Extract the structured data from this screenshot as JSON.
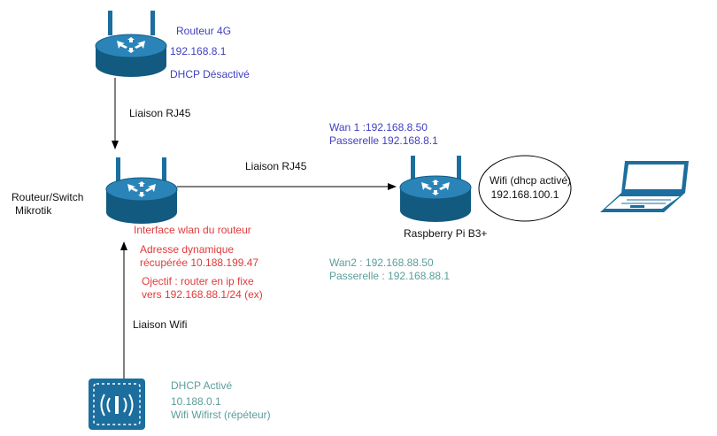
{
  "colors": {
    "device": "#1b6e9e",
    "device_dark": "#125a80",
    "blue_text": "#3f3fbf",
    "red_text": "#e03a3a",
    "teal_text": "#5a9e9a"
  },
  "router_4g": {
    "name": "Routeur 4G",
    "ip": "192.168.8.1",
    "dhcp": "DHCP Désactivé",
    "icon": "router-icon"
  },
  "mikrotik": {
    "name_line1": "Routeur/Switch",
    "name_line2": "Mikrotik",
    "interface": "Interface wlan du routeur",
    "dynamic_line1": "Adresse dynamique",
    "dynamic_line2": "récupérée 10.188.199.47",
    "goal_line1": "Ojectif  : router en ip fixe",
    "goal_line2": "vers 192.168.88.1/24 (ex)",
    "icon": "router-icon"
  },
  "raspberry": {
    "name": "Raspberry Pi B3+",
    "wan1": "Wan 1 :192.168.8.50",
    "gateway1": "Passerelle 192.168.8.1",
    "wan2": "Wan2 : 192.168.88.50",
    "gateway2": "Passerelle : 192.168.88.1",
    "icon": "router-icon"
  },
  "wifi_bubble": {
    "line1": "Wifi (dhcp activé)",
    "line2": "192.168.100.1"
  },
  "laptop": {
    "icon": "laptop-icon"
  },
  "access_point": {
    "dhcp": "DHCP Activé",
    "ip": "10.188.0.1",
    "name": "Wifi Wifirst (répéteur)",
    "icon": "wireless-access-point-icon"
  },
  "links": {
    "rj45_top": "Liaison RJ45",
    "rj45_mid": "Liaison RJ45",
    "wifi": "Liaison Wifi"
  }
}
